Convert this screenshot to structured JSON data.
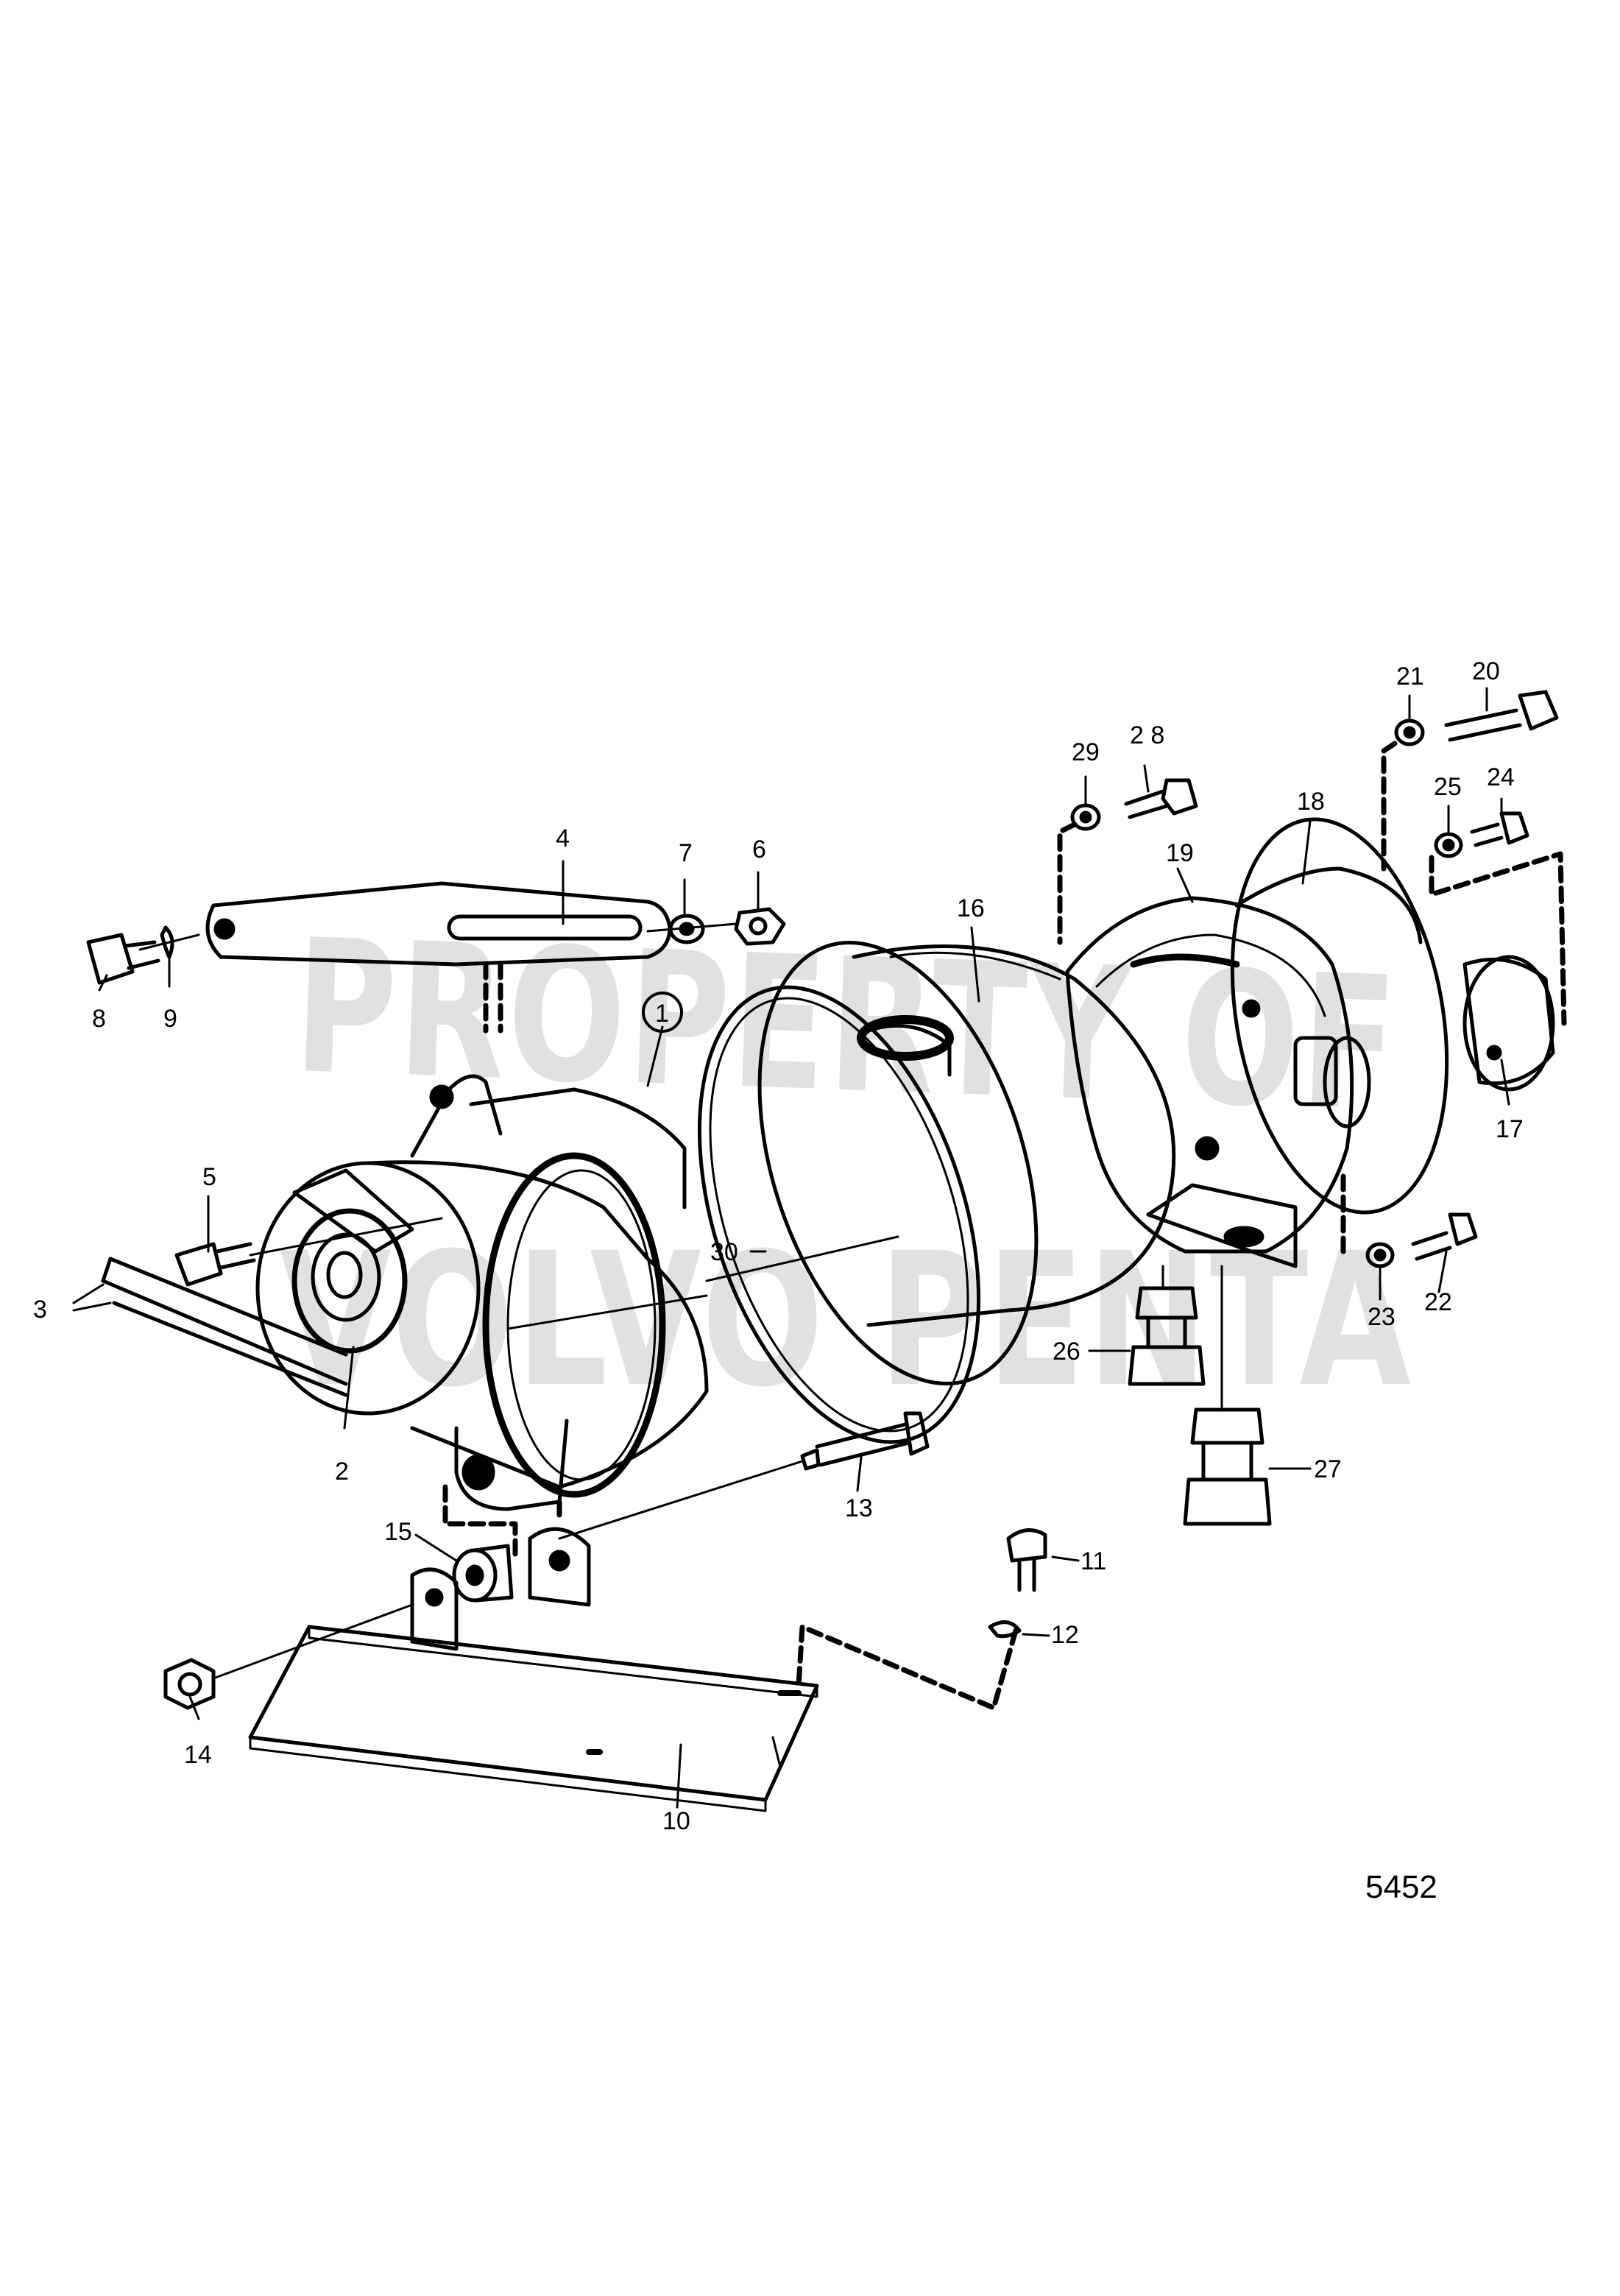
{
  "diagram": {
    "figure_number": "5452",
    "watermark": {
      "line1": "PROPERTY OF",
      "line2": "VOLVO PENTA"
    },
    "callouts": [
      {
        "id": "c1",
        "text": "1",
        "circled": true
      },
      {
        "id": "c2",
        "text": "2"
      },
      {
        "id": "c3",
        "text": "3"
      },
      {
        "id": "c4",
        "text": "4"
      },
      {
        "id": "c5",
        "text": "5"
      },
      {
        "id": "c6",
        "text": "6"
      },
      {
        "id": "c7",
        "text": "7"
      },
      {
        "id": "c8",
        "text": "8"
      },
      {
        "id": "c9",
        "text": "9"
      },
      {
        "id": "c10",
        "text": "10"
      },
      {
        "id": "c11",
        "text": "11"
      },
      {
        "id": "c12",
        "text": "12"
      },
      {
        "id": "c13",
        "text": "13"
      },
      {
        "id": "c14",
        "text": "14"
      },
      {
        "id": "c15",
        "text": "15"
      },
      {
        "id": "c16",
        "text": "16"
      },
      {
        "id": "c17",
        "text": "17"
      },
      {
        "id": "c18",
        "text": "18"
      },
      {
        "id": "c19",
        "text": "19"
      },
      {
        "id": "c20",
        "text": "20"
      },
      {
        "id": "c21",
        "text": "21"
      },
      {
        "id": "c22",
        "text": "22"
      },
      {
        "id": "c23",
        "text": "23"
      },
      {
        "id": "c24",
        "text": "24"
      },
      {
        "id": "c25",
        "text": "25"
      },
      {
        "id": "c26",
        "text": "26"
      },
      {
        "id": "c27",
        "text": "27"
      },
      {
        "id": "c28",
        "text": "2 8"
      },
      {
        "id": "c29",
        "text": "29"
      },
      {
        "id": "c30",
        "text": "30"
      }
    ],
    "colors": {
      "ink": "#000000",
      "watermark": "#c9c9c9",
      "background": "#ffffff"
    }
  }
}
